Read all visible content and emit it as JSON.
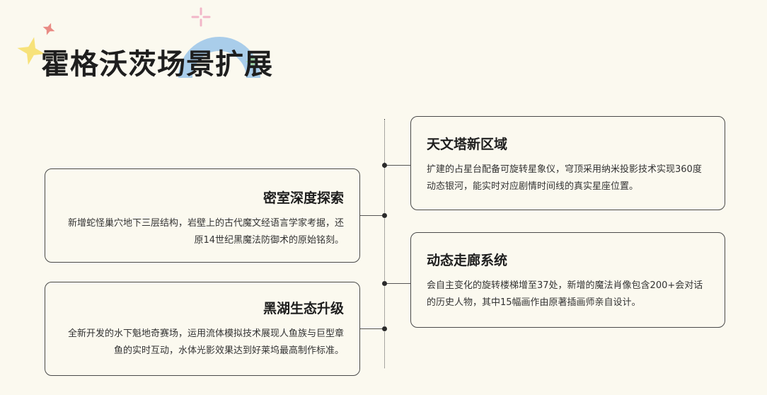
{
  "page": {
    "title": "霍格沃茨场景扩展"
  },
  "colors": {
    "background": "#fbf9ef",
    "star_yellow": "#f7e27a",
    "star_red": "#e98b84",
    "star_pink": "#f2b6c8",
    "arc_blue": "#a9cdea",
    "star_green": "#9ed3a4"
  },
  "cards": {
    "astronomy": {
      "title": "天文塔新区域",
      "text": "扩建的占星台配备可旋转星象仪，穹顶采用纳米投影技术实现360度动态银河，能实时对应剧情时间线的真实星座位置。"
    },
    "chamber": {
      "title": "密室深度探索",
      "text": "新增蛇怪巢穴地下三层结构，岩壁上的古代魔文经语言学家考据，还原14世纪黑魔法防御术的原始铭刻。"
    },
    "corridor": {
      "title": "动态走廊系统",
      "text": "会自主变化的旋转楼梯增至37处，新增的魔法肖像包含200+会对话的历史人物，其中15幅画作由原著插画师亲自设计。"
    },
    "lake": {
      "title": "黑湖生态升级",
      "text": "全新开发的水下魁地奇赛场，运用流体模拟技术展现人鱼族与巨型章鱼的实时互动，水体光影效果达到好莱坞最高制作标准。"
    }
  }
}
